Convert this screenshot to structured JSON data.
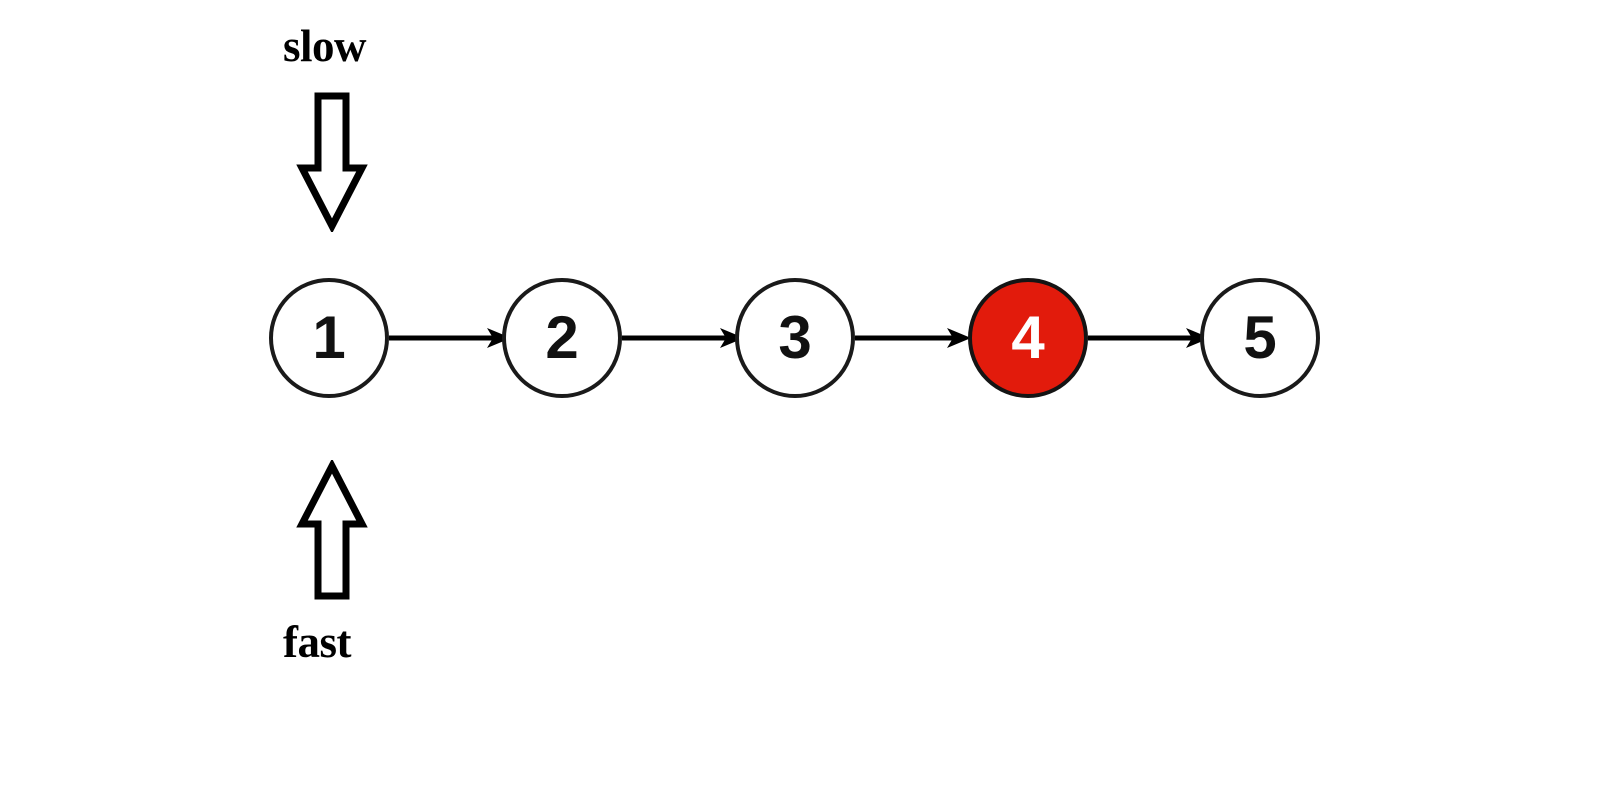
{
  "diagram": {
    "type": "linked-list",
    "title": "",
    "background_color": "#ffffff",
    "node_border_color": "#1a1a1a",
    "node_fill_color": "#ffffff",
    "highlight_fill_color": "#E21B0C",
    "highlight_text_color": "#ffffff",
    "edge_color": "#000000",
    "nodes": [
      {
        "value": "1",
        "highlighted": false
      },
      {
        "value": "2",
        "highlighted": false
      },
      {
        "value": "3",
        "highlighted": false
      },
      {
        "value": "4",
        "highlighted": true
      },
      {
        "value": "5",
        "highlighted": false
      }
    ],
    "edges": [
      {
        "from": "1",
        "to": "2"
      },
      {
        "from": "2",
        "to": "3"
      },
      {
        "from": "3",
        "to": "4"
      },
      {
        "from": "4",
        "to": "5"
      }
    ],
    "pointers": [
      {
        "name": "slow",
        "label": "slow",
        "points_to": "1",
        "direction": "down",
        "position": "above"
      },
      {
        "name": "fast",
        "label": "fast",
        "points_to": "1",
        "direction": "up",
        "position": "below"
      }
    ]
  }
}
